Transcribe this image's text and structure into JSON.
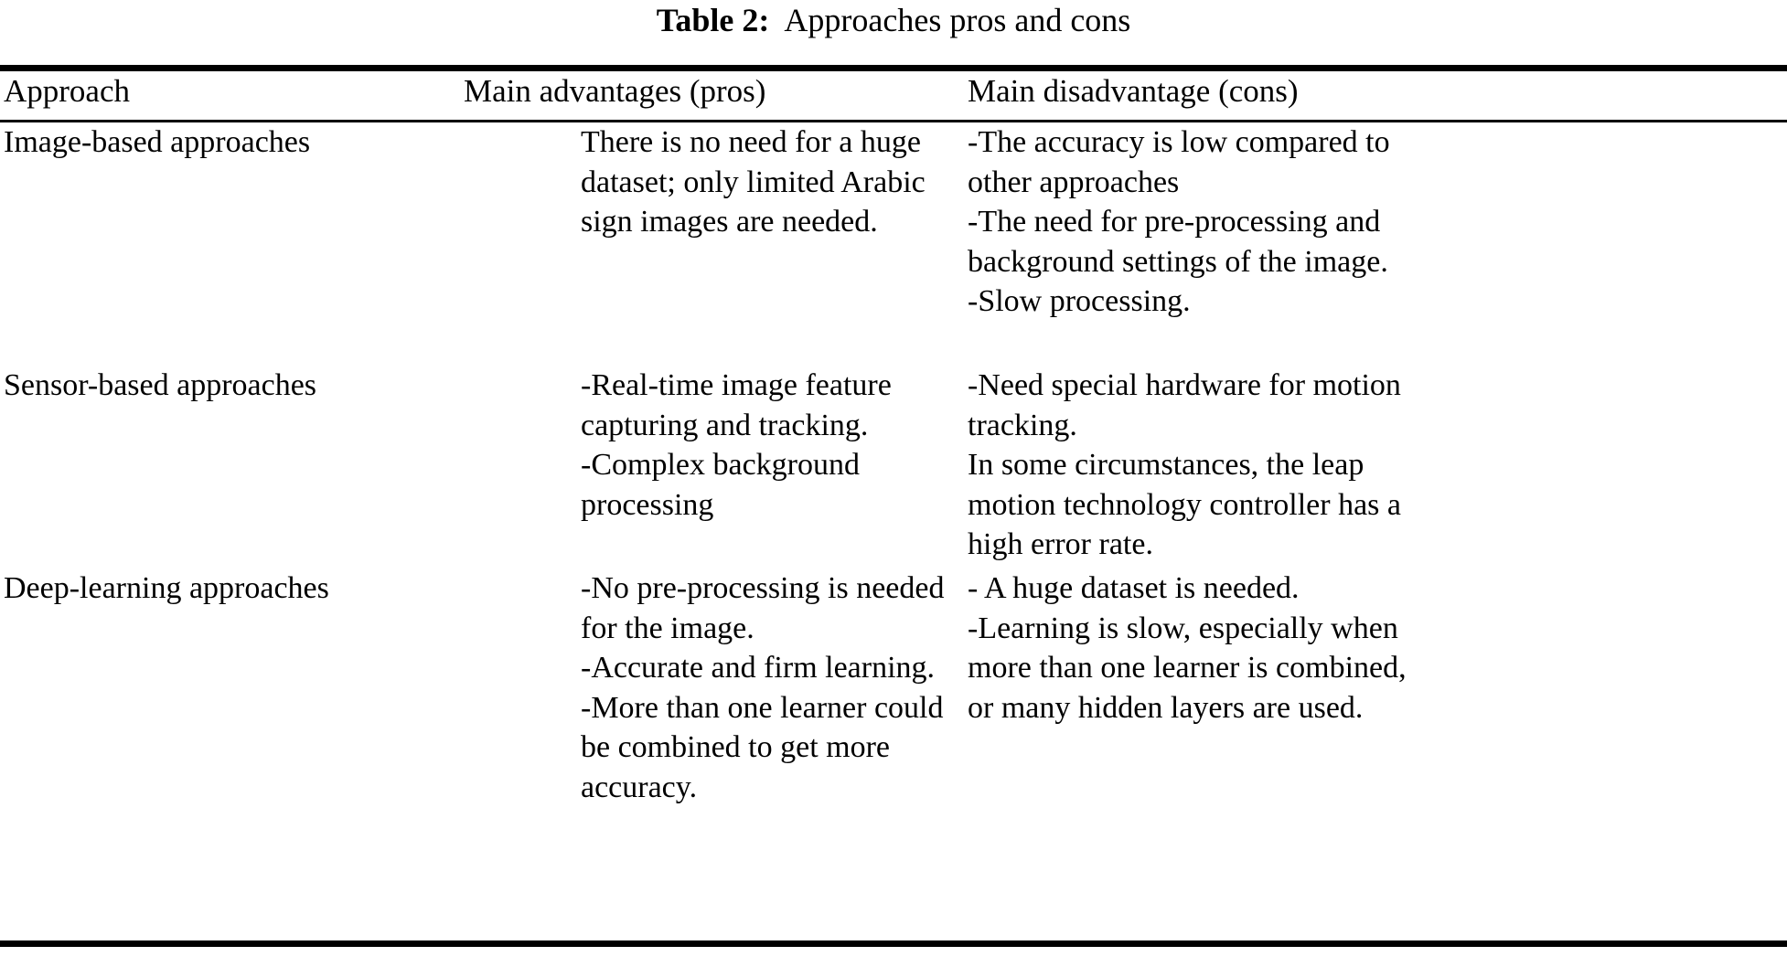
{
  "caption": {
    "label": "Table 2:",
    "text": "Approaches pros and cons"
  },
  "table": {
    "columns": [
      "Approach",
      "Main advantages (pros)",
      "Main disadvantage (cons)"
    ],
    "rows": [
      {
        "approach": "Image-based approaches",
        "pros": [
          "There is no need for a huge dataset; only limited Arabic sign images are needed."
        ],
        "cons": [
          "-The accuracy is low compared to other approaches",
          "-The need for pre-processing and background settings of the image.",
          "-Slow processing."
        ]
      },
      {
        "approach": "Sensor-based approaches",
        "pros": [
          "-Real-time image feature capturing and tracking.",
          "-Complex background processing"
        ],
        "cons": [
          "-Need special hardware for motion tracking.",
          "In some circumstances, the leap motion technology controller has a high error rate."
        ]
      },
      {
        "approach": "Deep-learning approaches",
        "pros": [
          "-No pre-processing is needed for the image.",
          "-Accurate and firm learning.",
          "-More than one learner could be combined to get more accuracy."
        ],
        "cons": [
          "- A huge dataset is needed.",
          "-Learning is slow, especially when more than one learner is combined, or many hidden layers are used."
        ]
      }
    ]
  }
}
